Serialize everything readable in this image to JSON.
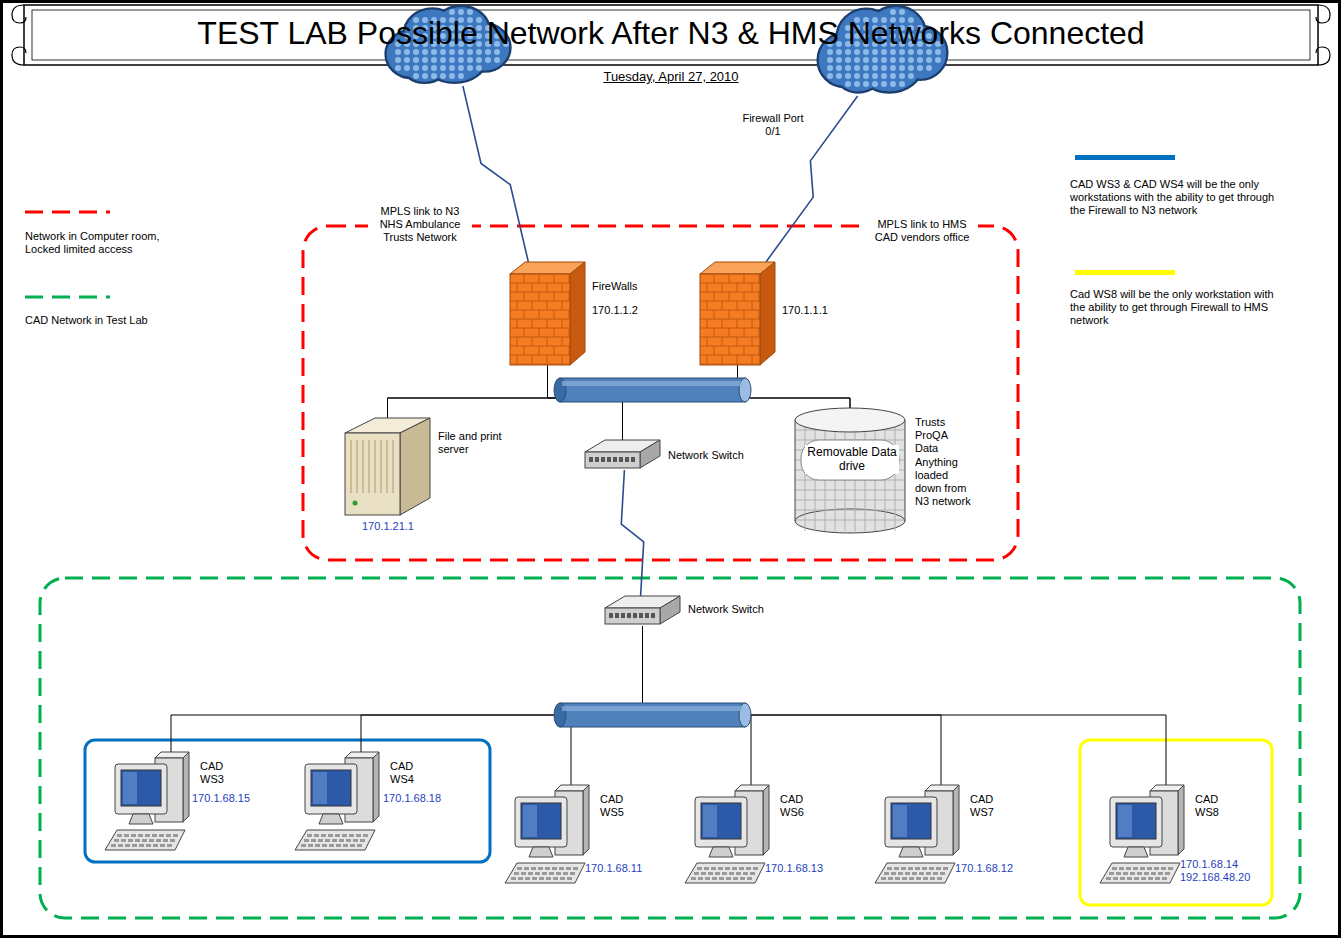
{
  "diagram": {
    "title": "TEST LAB Possible Network After N3 & HMS Networks Connected",
    "caption": "Tuesday, April 27, 2010",
    "nodes": [
      {
        "text": [
          "MPLS link to N3 NHS Ambulance Trusts Network"
        ]
      },
      {
        "text": [
          "MPLS link to HMS CAD vendors office"
        ]
      },
      {
        "text": [
          "FireWalls",
          "170.1.1.2"
        ]
      },
      {
        "text": [
          "170.1.1.1"
        ]
      },
      {
        "text": [
          "File and print server",
          "170.1.21.1"
        ]
      },
      {
        "text": [
          "Network Switch"
        ]
      },
      {
        "text": [
          "Removable Data drive",
          "Trusts ProQA Data Anything loaded down from N3 network"
        ]
      },
      {
        "text": [
          "Network Switch"
        ]
      },
      {
        "text": [
          "CAD WS3",
          "170.1.68.15"
        ]
      },
      {
        "text": [
          "CAD WS4",
          "170.1.68.18"
        ]
      },
      {
        "text": [
          "CAD WS5",
          "170.1.68.11"
        ]
      },
      {
        "text": [
          "CAD WS6",
          "170.1.68.13"
        ]
      },
      {
        "text": [
          "CAD WS7",
          "170.1.68.12"
        ]
      },
      {
        "text": [
          "CAD WS8",
          "170.1.68.14",
          "192.168.48.20"
        ]
      }
    ],
    "edges": [
      {
        "from": 0,
        "to": 2,
        "arrow": "none"
      },
      {
        "from": 1,
        "to": 3,
        "arrow": "none"
      },
      {
        "from": 2,
        "to": 4,
        "arrow": "none"
      },
      {
        "from": 2,
        "to": 5,
        "arrow": "none"
      },
      {
        "from": 2,
        "to": 6,
        "arrow": "none"
      },
      {
        "from": 3,
        "to": 4,
        "arrow": "none"
      },
      {
        "from": 3,
        "to": 5,
        "arrow": "none"
      },
      {
        "from": 3,
        "to": 6,
        "arrow": "none"
      },
      {
        "from": 5,
        "to": 7,
        "arrow": "none"
      },
      {
        "from": 7,
        "to": 8,
        "arrow": "none"
      },
      {
        "from": 7,
        "to": 9,
        "arrow": "none"
      },
      {
        "from": 7,
        "to": 10,
        "arrow": "none"
      },
      {
        "from": 7,
        "to": 11,
        "arrow": "none"
      },
      {
        "from": 7,
        "to": 12,
        "arrow": "none"
      },
      {
        "from": 7,
        "to": 13,
        "arrow": "none"
      }
    ],
    "labels": [
      "Firewall Port 0/1"
    ],
    "legend": [
      {
        "text": "Network in Computer room, Locked limited access"
      },
      {
        "text": "CAD Network in Test Lab"
      },
      {
        "text": "CAD WS3 & CAD WS4 will be the only workstations with the ability to get through the Firewall to N3 network",
        "color": "#0070C0"
      },
      {
        "text": "Cad WS8 will be the only workstation with the ability to get through Firewall to HMS network",
        "color": "#FFFF00"
      }
    ]
  }
}
